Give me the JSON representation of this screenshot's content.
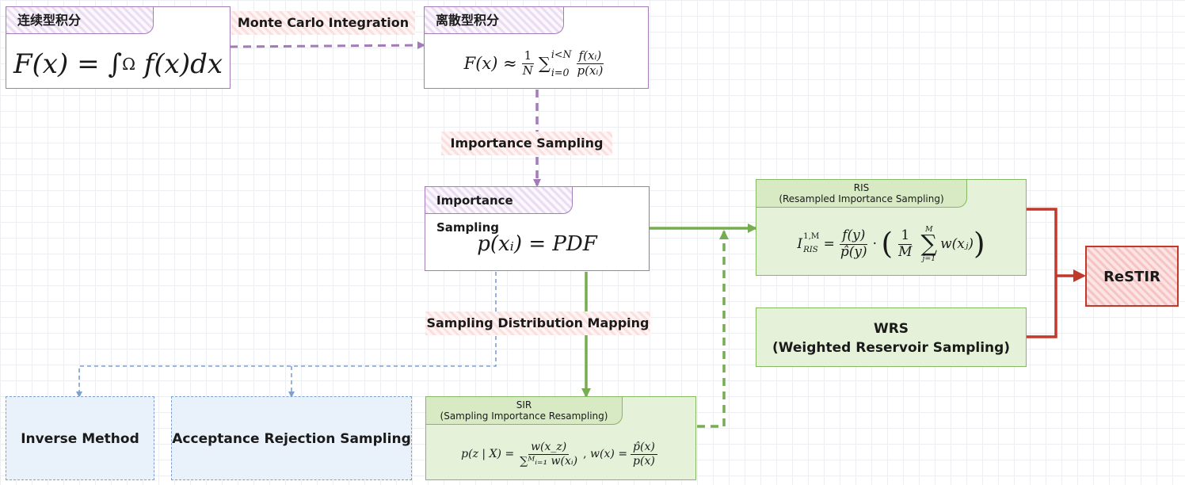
{
  "nodes": {
    "continuous": {
      "title": "连续型积分",
      "formula": {
        "lhs": "F(x)",
        "eq": "=",
        "integral": "∫",
        "domain": "Ω",
        "integrand": "f(x)dx"
      }
    },
    "discrete": {
      "title": "离散型积分",
      "formula": {
        "lhs": "F(x)",
        "approx": "≈",
        "frac_num": "1",
        "frac_den": "N",
        "sum": "∑",
        "sum_upper": "i<N",
        "sum_lower": "i=0",
        "ratio_num": "f(xᵢ)",
        "ratio_den": "p(xᵢ)"
      }
    },
    "importance": {
      "title": "Importance Sampling",
      "formula": {
        "lhs": "p(xᵢ)",
        "eq": "=",
        "rhs": "PDF"
      }
    },
    "ris": {
      "title": "RIS",
      "subtitle": "(Resampled Importance Sampling)",
      "formula": {
        "lhs": "I",
        "lhs_sup": "1,M",
        "lhs_sub": "RIS",
        "eq": "=",
        "f_num": "f(y)",
        "f_den": "p̂(y)",
        "dot": "·",
        "lparen": "(",
        "rparen": ")",
        "m_num": "1",
        "m_den": "M",
        "sum": "∑",
        "sum_upper": "M",
        "sum_lower": "j=1",
        "summand": "w(xⱼ)"
      }
    },
    "wrs": {
      "title": "WRS",
      "subtitle": "(Weighted Reservoir Sampling)"
    },
    "restir": {
      "title": "ReSTIR"
    },
    "sir": {
      "title": "SIR",
      "subtitle": "(Sampling Importance Resampling)",
      "formula": {
        "lhs": "p(z | X)",
        "eq": "=",
        "num": "w(x_z)",
        "den": "∑ᴹᵢ₌₁ w(xᵢ)",
        "comma": ",",
        "w_lhs": "w(x)",
        "eq2": "=",
        "w_num": "p̂(x)",
        "w_den": "p(x)"
      }
    },
    "inverse": {
      "label": "Inverse Method"
    },
    "acceptance": {
      "label": "Acceptance Rejection Sampling"
    }
  },
  "edges": {
    "monte_carlo": "Monte Carlo Integration",
    "importance_sampling": "Importance Sampling",
    "sampling_distribution": "Sampling Distribution Mapping"
  },
  "colors": {
    "purple": "#a47bb9",
    "green": "#76ad50",
    "green_fill": "#e5f2d9",
    "red": "#c0392b",
    "blue": "#7f9fd0",
    "blue_fill": "#e9f1fb"
  }
}
